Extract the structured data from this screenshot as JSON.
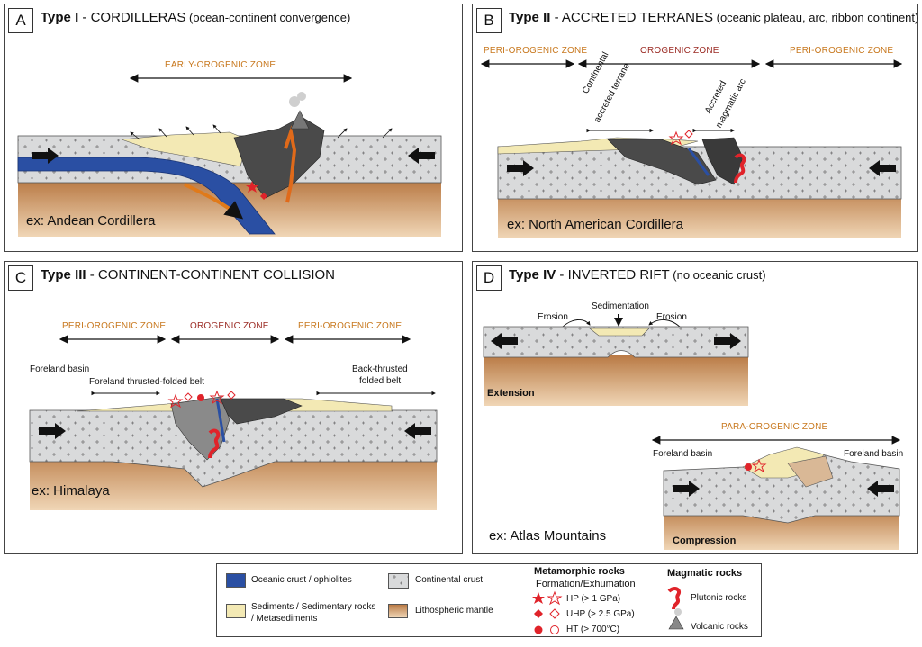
{
  "panels": {
    "a": {
      "letter": "A",
      "title_bold": "Type I",
      "title_rest": " - CORDILLERAS",
      "title_sub": " (ocean-continent convergence)",
      "zone": "EARLY-OROGENIC ZONE",
      "example": "ex: Andean Cordillera"
    },
    "b": {
      "letter": "B",
      "title_bold": "Type II",
      "title_rest": " - ACCRETED TERRANES",
      "title_sub": " (oceanic plateau, arc, ribbon continent)",
      "zone_left": "PERI-OROGENIC ZONE",
      "zone_mid": "OROGENIC ZONE",
      "zone_right": "PERI-OROGENIC ZONE",
      "label_terrane": "Continental accreted terrane",
      "label_terrane_1": "Continental",
      "label_terrane_2": "accreted terrane",
      "label_arc_1": "Accreted",
      "label_arc_2": "magmatic arc",
      "example": "ex: North American Cordillera"
    },
    "c": {
      "letter": "C",
      "title_bold": "Type III",
      "title_rest": " - CONTINENT-CONTINENT COLLISION",
      "title_sub": "",
      "zone_left": "PERI-OROGENIC ZONE",
      "zone_mid": "OROGENIC ZONE",
      "zone_right": "PERI-OROGENIC ZONE",
      "label_foreland": "Foreland basin",
      "label_thrust": "Foreland thrusted-folded belt",
      "label_back_1": "Back-thrusted",
      "label_back_2": "folded belt",
      "example": "ex: Himalaya"
    },
    "d": {
      "letter": "D",
      "title_bold": "Type IV",
      "title_rest": " - INVERTED RIFT",
      "title_sub": " (no oceanic crust)",
      "label_sed": "Sedimentation",
      "label_erosion_l": "Erosion",
      "label_erosion_r": "Erosion",
      "stage_ext": "Extension",
      "zone": "PARA-OROGENIC ZONE",
      "label_fore_l": "Foreland basin",
      "label_fore_r": "Foreland basin",
      "stage_comp": "Compression",
      "example": "ex: Atlas Mountains"
    }
  },
  "legend": {
    "oceanic": "Oceanic crust / ophiolites",
    "sediments_1": "Sediments / Sedimentary rocks",
    "sediments_2": "/ Metasediments",
    "continental": "Continental crust",
    "mantle": "Lithospheric mantle",
    "meta_title": "Metamorphic rocks",
    "meta_sub": "Formation/Exhumation",
    "hp": "HP (> 1 GPa)",
    "uhp": "UHP (> 2.5 GPa)",
    "ht": "HT (> 700°C)",
    "magma_title": "Magmatic rocks",
    "plutonic": "Plutonic rocks",
    "volcanic": "Volcanic rocks"
  },
  "colors": {
    "oceanic_crust": "#2a4fa3",
    "sediments": "#f3e9b4",
    "continental_crust": "#d9dadb",
    "lithospheric_mantle": "#c98e5a",
    "arc_rock": "#4a4a4a",
    "metamorphic_symbol": "#e0232a",
    "peri_zone": "#c8781e",
    "orogenic_zone": "#9b2b24"
  },
  "icons": [
    "arrow-right-icon",
    "arrow-left-icon",
    "star-icon",
    "diamond-icon",
    "circle-icon",
    "pluton-icon",
    "volcano-icon"
  ]
}
